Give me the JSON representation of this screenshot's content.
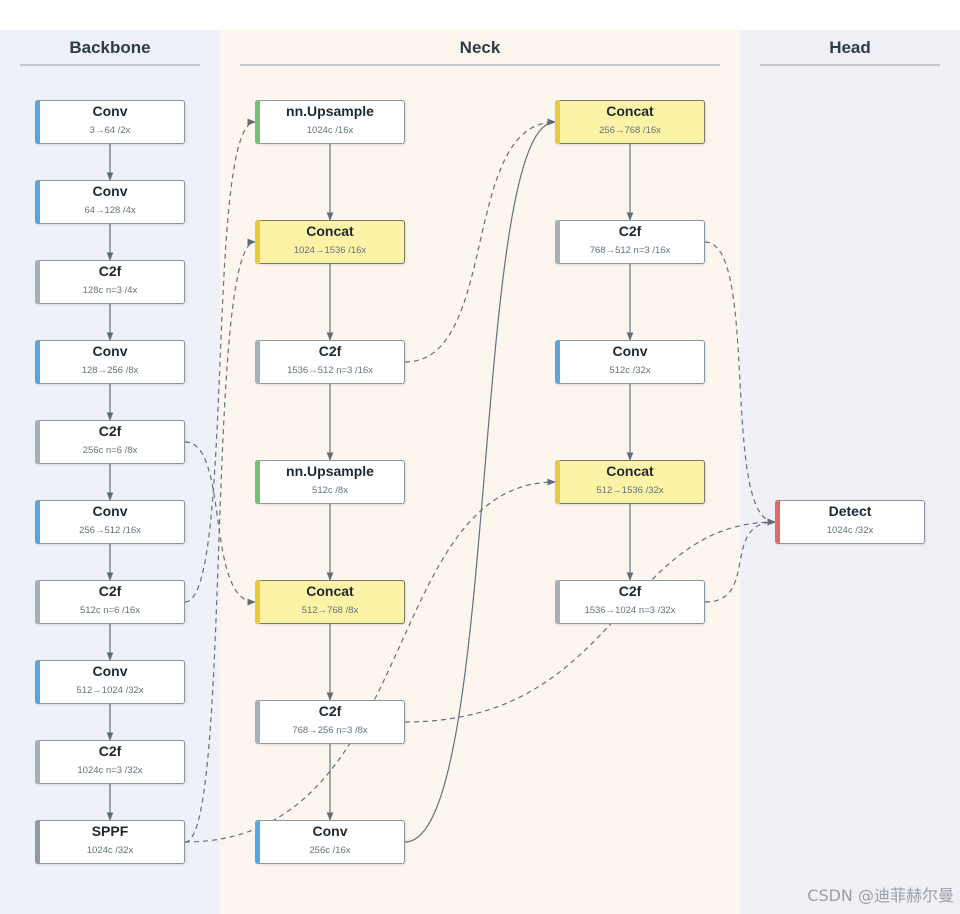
{
  "sections": {
    "backbone": "Backbone",
    "neck": "Neck",
    "head": "Head"
  },
  "colors": {
    "conv": "#5aa7e0",
    "c2f": "#a7b0b8",
    "upsample": "#77c07a",
    "concat": "#e9c940",
    "detect": "#e06a6a",
    "sppf": "#8e9ba6"
  },
  "nodes": [
    {
      "id": "b_conv1",
      "title": "Conv",
      "sub": "3→64 /2x",
      "kind": "conv"
    },
    {
      "id": "b_conv2",
      "title": "Conv",
      "sub": "64→128 /4x",
      "kind": "conv"
    },
    {
      "id": "b_c2f1",
      "title": "C2f",
      "sub": "128c n=3 /4x",
      "kind": "c2f"
    },
    {
      "id": "b_conv3",
      "title": "Conv",
      "sub": "128→256 /8x",
      "kind": "conv"
    },
    {
      "id": "b_c2f2",
      "title": "C2f",
      "sub": "256c n=6 /8x",
      "kind": "c2f"
    },
    {
      "id": "b_conv4",
      "title": "Conv",
      "sub": "256→512 /16x",
      "kind": "conv"
    },
    {
      "id": "b_c2f3",
      "title": "C2f",
      "sub": "512c n=6 /16x",
      "kind": "c2f"
    },
    {
      "id": "b_conv5",
      "title": "Conv",
      "sub": "512→1024 /32x",
      "kind": "conv"
    },
    {
      "id": "b_c2f4",
      "title": "C2f",
      "sub": "1024c n=3 /32x",
      "kind": "c2f"
    },
    {
      "id": "b_sppf",
      "title": "SPPF",
      "sub": "1024c /32x",
      "kind": "sppf"
    },
    {
      "id": "n_up1",
      "title": "nn.Upsample",
      "sub": "1024c /16x",
      "kind": "upsample"
    },
    {
      "id": "n_cat1",
      "title": "Concat",
      "sub": "1024→1536 /16x",
      "kind": "concat"
    },
    {
      "id": "n_c2f1",
      "title": "C2f",
      "sub": "1536→512 n=3 /16x",
      "kind": "c2f"
    },
    {
      "id": "n_up2",
      "title": "nn.Upsample",
      "sub": "512c /8x",
      "kind": "upsample"
    },
    {
      "id": "n_cat2",
      "title": "Concat",
      "sub": "512→768 /8x",
      "kind": "concat"
    },
    {
      "id": "n_c2f2",
      "title": "C2f",
      "sub": "768→256 n=3 /8x",
      "kind": "c2f"
    },
    {
      "id": "n_conv1",
      "title": "Conv",
      "sub": "256c /16x",
      "kind": "conv"
    },
    {
      "id": "n_cat3",
      "title": "Concat",
      "sub": "256→768 /16x",
      "kind": "concat"
    },
    {
      "id": "n_c2f3",
      "title": "C2f",
      "sub": "768→512 n=3 /16x",
      "kind": "c2f"
    },
    {
      "id": "n_conv2",
      "title": "Conv",
      "sub": "512c /32x",
      "kind": "conv"
    },
    {
      "id": "n_cat4",
      "title": "Concat",
      "sub": "512→1536 /32x",
      "kind": "concat"
    },
    {
      "id": "n_c2f4",
      "title": "C2f",
      "sub": "1536→1024 n=3 /32x",
      "kind": "c2f"
    },
    {
      "id": "h_detect",
      "title": "Detect",
      "sub": "1024c /32x",
      "kind": "detect"
    }
  ],
  "watermark": "CSDN @迪菲赫尔曼"
}
